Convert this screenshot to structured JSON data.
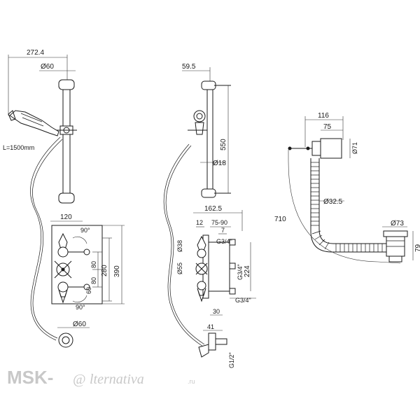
{
  "labels": {
    "width_272": "272.4",
    "dia_60_top": "Ø60",
    "hose_length": "L=1500mm",
    "w_120": "120",
    "angle_90_top": "90°",
    "v_80a": "80",
    "v_80b": "80",
    "v_60": "60",
    "angle_90_bot": "90°",
    "h_280": "280",
    "h_390": "390",
    "dia_60_bot": "Ø60",
    "w_59_5": "59.5",
    "h_550": "550",
    "dia_18": "Ø18",
    "w_162_5": "162.5",
    "w_12": "12",
    "w_75_90": "75-90",
    "w_7": "7",
    "g34_top": "G3/4\"",
    "dia_55": "Ø55",
    "dia_38": "Ø38",
    "g34_mid": "G3/4\"",
    "h_224": "224",
    "g34_bot": "G3/4\"",
    "w_30": "30",
    "w_41": "41",
    "g12": "G1/2\"",
    "w_116": "116",
    "w_75": "75",
    "dia_71": "Ø71",
    "dia_32_5": "Ø32.5",
    "h_710": "710",
    "dia_73": "Ø73",
    "h_79": "79"
  },
  "watermark": {
    "brand": "MSK-",
    "at": "@",
    "rest": "lternativa",
    "domain": ".ru"
  }
}
